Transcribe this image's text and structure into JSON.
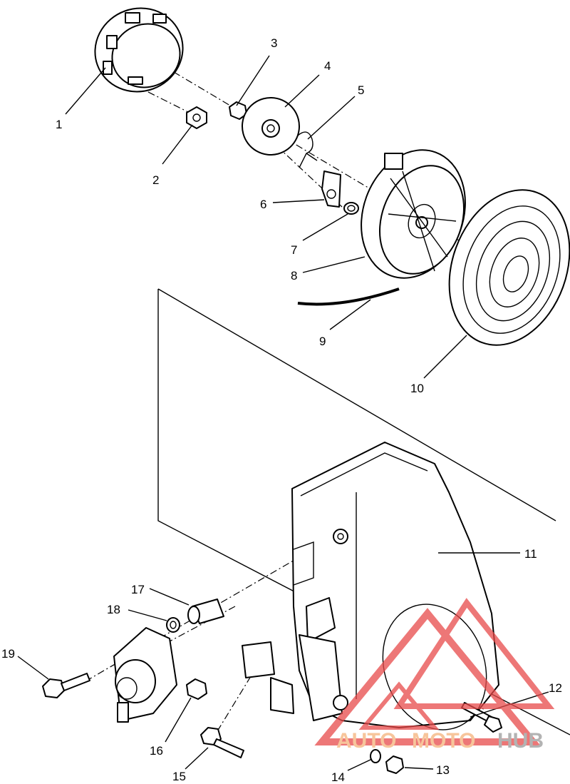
{
  "callouts": [
    {
      "n": "1"
    },
    {
      "n": "2"
    },
    {
      "n": "3"
    },
    {
      "n": "4"
    },
    {
      "n": "5"
    },
    {
      "n": "6"
    },
    {
      "n": "7"
    },
    {
      "n": "8"
    },
    {
      "n": "9"
    },
    {
      "n": "10"
    },
    {
      "n": "11"
    },
    {
      "n": "12"
    },
    {
      "n": "13"
    },
    {
      "n": "14"
    },
    {
      "n": "15"
    },
    {
      "n": "16"
    },
    {
      "n": "17"
    },
    {
      "n": "18"
    },
    {
      "n": "19"
    }
  ],
  "watermark": {
    "word_a": "AUTO",
    "word_b": "MOTO",
    "word_c": "HUB",
    "color_light": "#f5b27a",
    "color_red": "#e84a4a",
    "color_gray": "#9a9a9a"
  },
  "colors": {
    "line": "#000000",
    "background": "#ffffff"
  }
}
